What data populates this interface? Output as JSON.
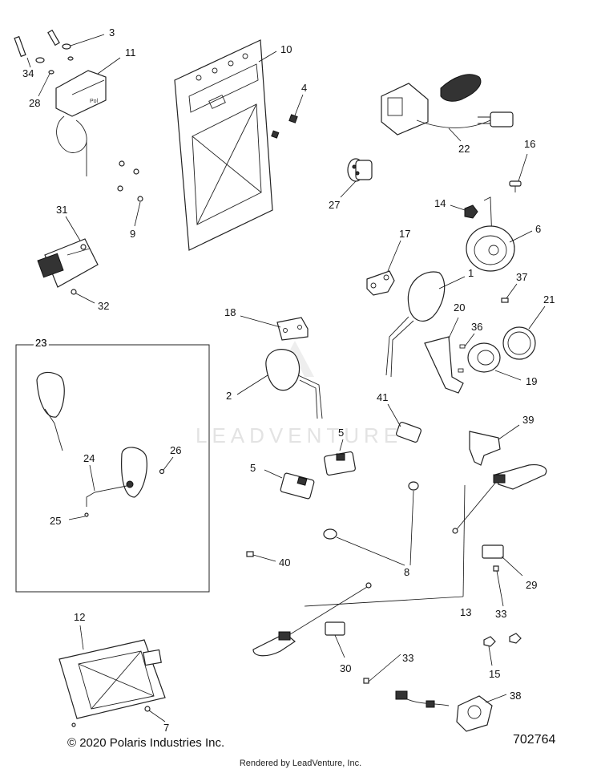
{
  "watermark": "LEADVENTURE",
  "footer": {
    "copyright": "© 2020 Polaris Industries Inc.",
    "diagram_id": "702764",
    "rendered_by": "Rendered by LeadVenture, Inc."
  },
  "callouts": {
    "p1": "1",
    "p2": "2",
    "p3": "3",
    "p4": "4",
    "p5a": "5",
    "p5b": "5",
    "p6": "6",
    "p7": "7",
    "p8": "8",
    "p9": "9",
    "p10": "10",
    "p11": "11",
    "p12": "12",
    "p13": "13",
    "p14": "14",
    "p15": "15",
    "p16": "16",
    "p17": "17",
    "p18": "18",
    "p19": "19",
    "p20": "20",
    "p21": "21",
    "p22": "22",
    "p23": "23",
    "p24": "24",
    "p25": "25",
    "p26": "26",
    "p27": "27",
    "p28": "28",
    "p29": "29",
    "p30": "30",
    "p31": "31",
    "p32": "32",
    "p33a": "33",
    "p33b": "33",
    "p34": "34",
    "p36": "36",
    "p37": "37",
    "p38": "38",
    "p39": "39",
    "p40": "40",
    "p41": "41"
  }
}
